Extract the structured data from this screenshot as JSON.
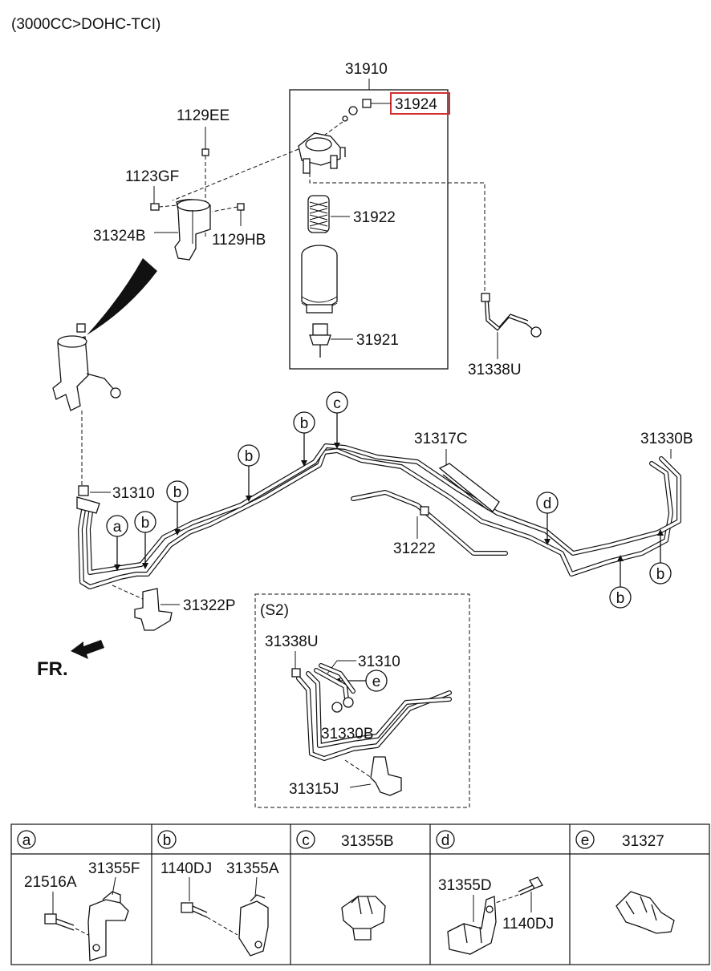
{
  "header": {
    "variant": "(3000CC>DOHC-TCI)"
  },
  "highlight": {
    "color": "#d32f2f",
    "part": "31924"
  },
  "labels": {
    "p31910": "31910",
    "p31924": "31924",
    "p1129EE": "1129EE",
    "p1123GF": "1123GF",
    "p31324B": "31324B",
    "p1129HB": "1129HB",
    "p31922": "31922",
    "p31921": "31921",
    "p31338U": "31338U",
    "p31317C": "31317C",
    "p31330B": "31330B",
    "p31310": "31310",
    "p31222": "31222",
    "p31322P": "31322P",
    "fr": "FR."
  },
  "callouts": {
    "a": "a",
    "b": "b",
    "c": "c",
    "d": "d",
    "e": "e"
  },
  "detail_s2": {
    "title": "(S2)",
    "p31338U": "31338U",
    "p31310": "31310",
    "p31330B": "31330B",
    "p31315J": "31315J",
    "callout_e": "e"
  },
  "legend": [
    {
      "key": "a",
      "header_part": "",
      "parts": [
        "21516A",
        "31355F"
      ]
    },
    {
      "key": "b",
      "header_part": "",
      "parts": [
        "1140DJ",
        "31355A"
      ]
    },
    {
      "key": "c",
      "header_part": "31355B",
      "parts": []
    },
    {
      "key": "d",
      "header_part": "",
      "parts": [
        "31355D",
        "1140DJ"
      ]
    },
    {
      "key": "e",
      "header_part": "31327",
      "parts": []
    }
  ]
}
